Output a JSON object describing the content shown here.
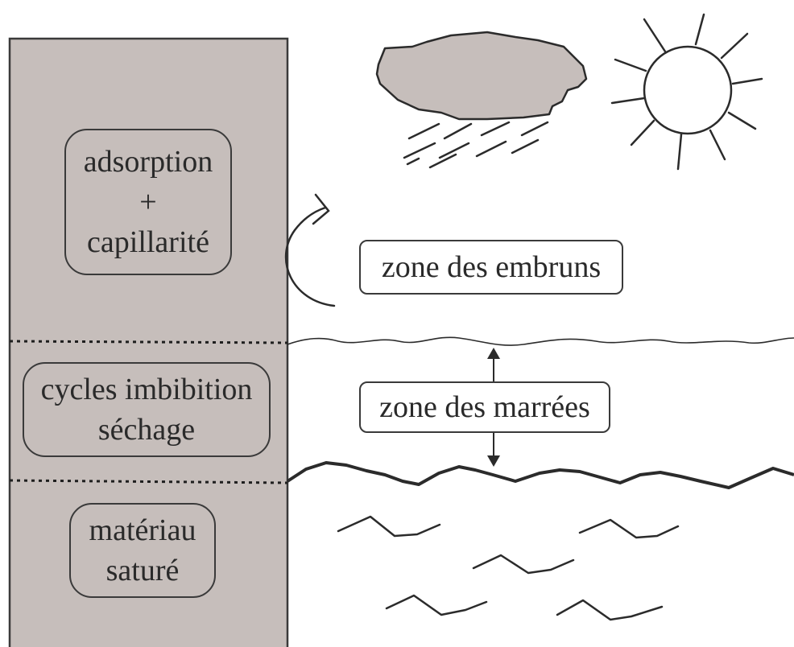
{
  "diagram": {
    "column_labels": {
      "top": {
        "line1": "adsorption",
        "line2": "+",
        "line3": "capillarité"
      },
      "middle": {
        "line1": "cycles imbibition",
        "line2": "séchage"
      },
      "bottom": {
        "line1": "matériau",
        "line2": "saturé"
      }
    },
    "zone_labels": {
      "spray": "zone des embruns",
      "tidal": "zone des marrées"
    },
    "colors": {
      "concrete_fill": "#c6bebb",
      "cloud_fill": "#c6bebb",
      "stroke": "#3a3a3a",
      "background": "#ffffff"
    },
    "icons": [
      "cloud-icon",
      "rain-icon",
      "sun-icon",
      "curved-arrow-icon",
      "double-arrow-icon",
      "wave-icon"
    ]
  }
}
